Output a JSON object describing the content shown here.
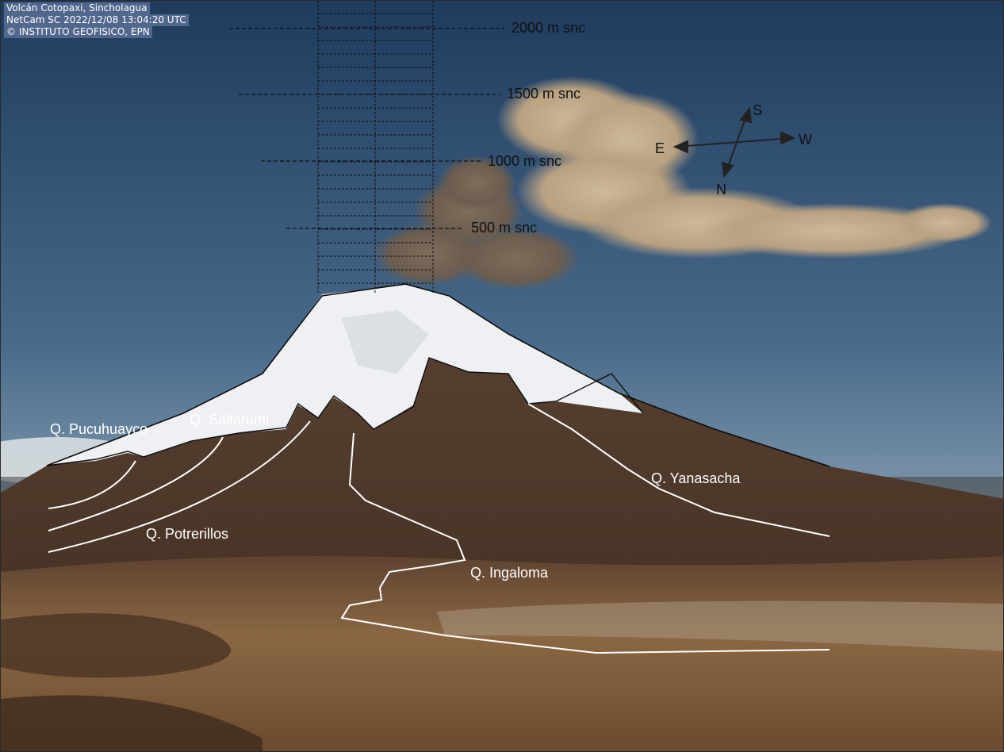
{
  "overlay": {
    "line1": "Volcán Cotopaxi, Sincholagua",
    "line2": "NetCam SC 2022/12/08 13:04:20 UTC",
    "line3": "© INSTITUTO GEOFISICO, EPN"
  },
  "heights": {
    "h2000": "2000 m snc",
    "h1500": "1500 m snc",
    "h1000": "1000 m snc",
    "h500": "500 m snc"
  },
  "compass": {
    "south": "S",
    "west": "W",
    "east": "E",
    "north": "N"
  },
  "drainages": {
    "pucuhuayco": "Q. Pucuhuayco",
    "saltarumi": "Q. Saltarumi",
    "potrerillos": "Q. Potrerillos",
    "ingaloma": "Q. Ingaloma",
    "yanasacha": "Q. Yanasacha"
  },
  "colors": {
    "sky_top": "#1f3b5e",
    "sky_bottom": "#c7d2d6",
    "plume": "#c9b497",
    "snow": "#f2f3f5",
    "slope": "#4a3426",
    "plain": "#7a5a3c"
  }
}
